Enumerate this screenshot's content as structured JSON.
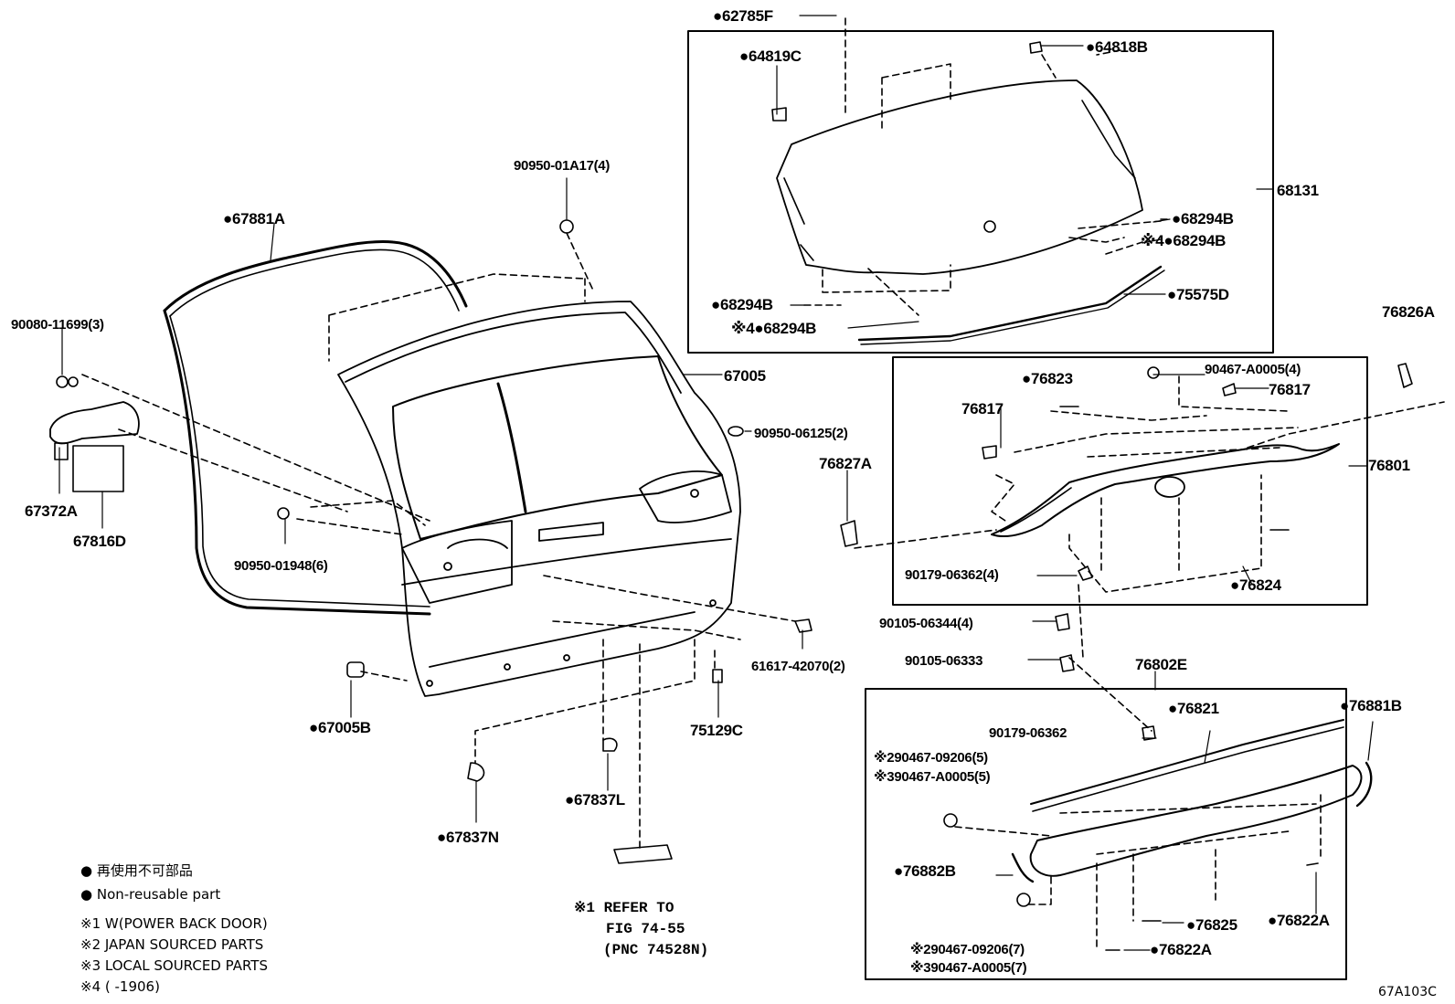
{
  "labels": {
    "p62785F": "●62785F",
    "p64819C": "●64819C",
    "p64818B": "●64818B",
    "p68131": "68131",
    "p68294B_1": "●68294B",
    "p68294B_2": "※4●68294B",
    "p68294B_3": "●68294B",
    "p68294B_4": "※4●68294B",
    "p75575D": "●75575D",
    "p90950_01A17": "90950-01A17(4)",
    "p67881A": "●67881A",
    "p90080_11699": "90080-11699(3)",
    "p67005": "67005",
    "p90950_06125": "90950-06125(2)",
    "p76826A": "76826A",
    "p76823": "●76823",
    "p90467_A0005_4": "90467-A0005(4)",
    "p76817_a": "76817",
    "p76817_b": "76817",
    "p76827A": "76827A",
    "p76801": "76801",
    "p67372A": "67372A",
    "p67816D": "67816D",
    "p90950_01948": "90950-01948(6)",
    "p90179_06362_4": "90179-06362(4)",
    "p76824": "●76824",
    "p90105_06344": "90105-06344(4)",
    "p61617_42070": "61617-42070(2)",
    "p90105_06333": "90105-06333",
    "p76802E": "76802E",
    "p67005B": "●67005B",
    "p75129C": "75129C",
    "p90179_06362": "90179-06362",
    "p76821": "●76821",
    "p76881B": "●76881B",
    "p90467_09206_5": "※290467-09206(5)",
    "p90467_A0005_5": "※390467-A0005(5)",
    "p67837L": "●67837L",
    "p67837N": "●67837N",
    "p76882B": "●76882B",
    "p76825": "●76825",
    "p76822A_1": "●76822A",
    "p90467_09206_7": "※290467-09206(7)",
    "p90467_A0005_7": "※390467-A0005(7)",
    "p76822A_2": "●76822A",
    "ref1": "※1 REFER TO",
    "ref2": "FIG 74-55",
    "ref3": "(PNC 74528N)"
  },
  "legend": {
    "jp": "● 再使用不可部品",
    "en": "● Non-reusable part",
    "n1": "※1 W(POWER BACK DOOR)",
    "n2": "※2 JAPAN SOURCED PARTS",
    "n3": "※3 LOCAL SOURCED PARTS",
    "n4": "※4 (      -1906)"
  },
  "figure_code": "67A103C"
}
